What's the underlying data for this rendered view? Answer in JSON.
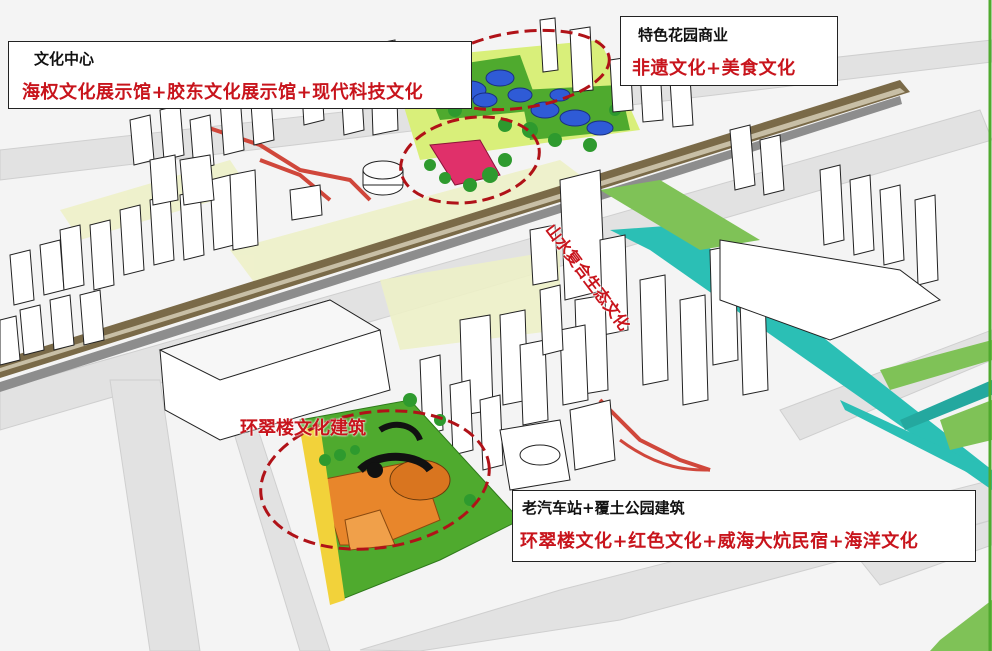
{
  "labels": {
    "culture_center": {
      "title": "文化中心",
      "subtitle": "海权文化展示馆+胶东文化展示馆+现代科技文化"
    },
    "garden_commerce": {
      "title": "特色花园商业",
      "subtitle": "非遗文化+美食文化"
    },
    "eco_culture": {
      "text": "山水复合生态文化"
    },
    "huancuilou": {
      "text": "环翠楼文化建筑"
    },
    "old_bus_station": {
      "title": "老汽车站+覆土公园建筑",
      "subtitle": "环翠楼文化+红色文化+威海大炕民宿+海洋文化"
    }
  },
  "colors": {
    "highlight_text": "#c8141c",
    "dashed_zone": "#b01218",
    "park_green": "#4faa2e",
    "building_blue": "#2f5bd6",
    "accent_pink": "#e0306a",
    "rail": "#6b5a3c",
    "road": "#dcdcdc",
    "water": "#2bbfb5",
    "orange_roof": "#e8862b"
  },
  "icons": {
    "zone_marker": "dashed-ellipse-icon"
  }
}
